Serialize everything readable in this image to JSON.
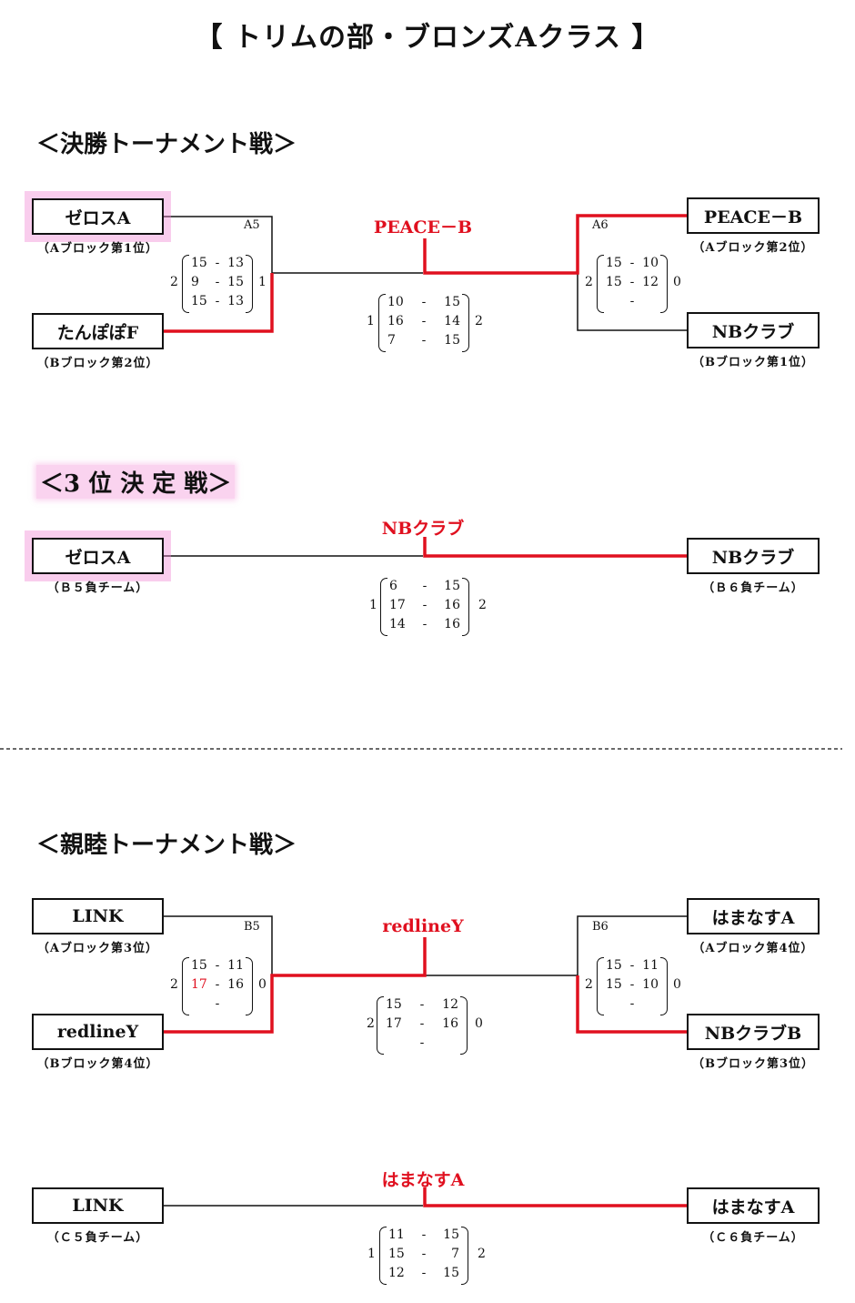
{
  "title": "【 トリムの部・ブロンズAクラス 】",
  "sections": {
    "final": "＜決勝トーナメント戦＞",
    "third": "＜3 位 決 定 戦＞",
    "friendly": "＜親睦トーナメント戦＞"
  },
  "final": {
    "left_top": {
      "name": "ゼロスA",
      "sub": "（Aブロック第1位）"
    },
    "left_bottom": {
      "name": "たんぽぽF",
      "sub": "（Bブロック第2位）"
    },
    "right_top": {
      "name": "PEACE－B",
      "sub": "（Aブロック第2位）"
    },
    "right_bottom": {
      "name": "NBクラブ",
      "sub": "（Bブロック第1位）"
    },
    "left_match": {
      "label": "A5",
      "wins_top": "2",
      "wins_bottom": "1",
      "scores": [
        [
          "15",
          "-",
          "13"
        ],
        [
          "9",
          "-",
          "15"
        ],
        [
          "15",
          "-",
          "13"
        ]
      ]
    },
    "right_match": {
      "label": "A6",
      "wins_top": "2",
      "wins_bottom": "0",
      "scores": [
        [
          "15",
          "-",
          "10"
        ],
        [
          "15",
          "-",
          "12"
        ],
        [
          "",
          "-",
          ""
        ]
      ]
    },
    "center": {
      "winner": "PEACE－B",
      "wins_left": "1",
      "wins_right": "2",
      "scores": [
        [
          "10",
          "-",
          "15"
        ],
        [
          "16",
          "-",
          "14"
        ],
        [
          "7",
          "-",
          "15"
        ]
      ]
    }
  },
  "third": {
    "left": {
      "name": "ゼロスA",
      "sub": "（Ｂ５負チーム）"
    },
    "right": {
      "name": "NBクラブ",
      "sub": "（Ｂ６負チーム）"
    },
    "center": {
      "winner": "NBクラブ",
      "wins_left": "1",
      "wins_right": "2",
      "scores": [
        [
          "6",
          "-",
          "15"
        ],
        [
          "17",
          "-",
          "16"
        ],
        [
          "14",
          "-",
          "16"
        ]
      ]
    }
  },
  "friendly": {
    "left_top": {
      "name": "LINK",
      "sub": "（Aブロック第3位）"
    },
    "left_bottom": {
      "name": "redlineY",
      "sub": "（Bブロック第4位）"
    },
    "right_top": {
      "name": "はまなすA",
      "sub": "（Aブロック第4位）"
    },
    "right_bottom": {
      "name": "NBクラブB",
      "sub": "（Bブロック第3位）"
    },
    "left_match": {
      "label": "B5",
      "wins_top": "2",
      "wins_bottom": "0",
      "scores": [
        [
          "15",
          "-",
          "11"
        ],
        [
          "17",
          "-",
          "16"
        ],
        [
          "",
          "-",
          ""
        ]
      ]
    },
    "right_match": {
      "label": "B6",
      "wins_top": "2",
      "wins_bottom": "0",
      "scores": [
        [
          "15",
          "-",
          "11"
        ],
        [
          "15",
          "-",
          "10"
        ],
        [
          "",
          "-",
          ""
        ]
      ]
    },
    "center": {
      "winner": "redlineY",
      "wins_left": "2",
      "wins_right": "0",
      "scores": [
        [
          "15",
          "-",
          "12"
        ],
        [
          "17",
          "-",
          "16"
        ],
        [
          "",
          "-",
          ""
        ]
      ]
    }
  },
  "friendly_third": {
    "left": {
      "name": "LINK",
      "sub": "（Ｃ５負チーム）"
    },
    "right": {
      "name": "はまなすA",
      "sub": "（Ｃ６負チーム）"
    },
    "center": {
      "winner": "はまなすA",
      "wins_left": "1",
      "wins_right": "2",
      "scores": [
        [
          "11",
          "-",
          "15"
        ],
        [
          "15",
          "-",
          "7"
        ],
        [
          "12",
          "-",
          "15"
        ]
      ]
    }
  },
  "colors": {
    "winner_line": "#e0101f",
    "highlight": "#f082d2",
    "line": "#111111"
  }
}
